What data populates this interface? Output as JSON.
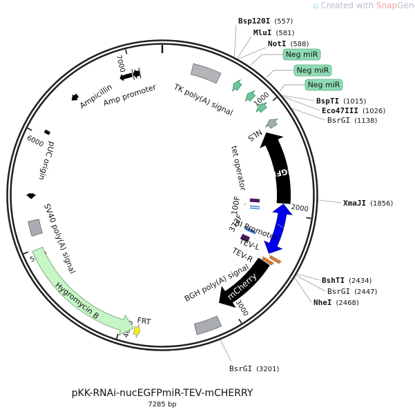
{
  "watermark": {
    "prefix": "Created with ",
    "brand_a": "Snap",
    "brand_b": "Gene",
    "mark": "®"
  },
  "plasmid": {
    "name": "pKK-RNAi-nucEGFPmiR-TEV-mCHERRY",
    "length_label": "7285 bp",
    "length_bp": 7285
  },
  "ticks": [
    {
      "bp": 1000,
      "label": "1000"
    },
    {
      "bp": 2000,
      "label": "2000"
    },
    {
      "bp": 3000,
      "label": "3000"
    },
    {
      "bp": 4000,
      "label": "4000"
    },
    {
      "bp": 5000,
      "label": "5000"
    },
    {
      "bp": 6000,
      "label": "6000"
    },
    {
      "bp": 7000,
      "label": "7000"
    }
  ],
  "sites": [
    {
      "name": "Bsp120I",
      "pos": "(557)",
      "bp": 557,
      "bold": true
    },
    {
      "name": "MluI",
      "pos": "(581)",
      "bp": 581,
      "bold": true
    },
    {
      "name": "NotI",
      "pos": "(588)",
      "bp": 588,
      "bold": true
    },
    {
      "name": "BspTI",
      "pos": "(1015)",
      "bp": 1015,
      "bold": true
    },
    {
      "name": "Eco47III",
      "pos": "(1026)",
      "bp": 1026,
      "bold": true
    },
    {
      "name": "BsrGI",
      "pos": "(1138)",
      "bp": 1138,
      "bold": false
    },
    {
      "name": "XmaJI",
      "pos": "(1856)",
      "bp": 1856,
      "bold": true
    },
    {
      "name": "BshTI",
      "pos": "(2434)",
      "bp": 2434,
      "bold": true
    },
    {
      "name": "BsrGI",
      "pos": "(2447)",
      "bp": 2447,
      "bold": false
    },
    {
      "name": "NheI",
      "pos": "(2468)",
      "bp": 2468,
      "bold": true
    },
    {
      "name": "BsrGI",
      "pos": "(3201)",
      "bp": 3201,
      "bold": false
    }
  ],
  "features": [
    {
      "name": "TK poly(A) signal",
      "type": "box",
      "start": 270,
      "end": 520,
      "color": "#b3b5b8"
    },
    {
      "name": "Neg miR",
      "type": "small",
      "start": 660,
      "end": 720,
      "color": "#6cc89a",
      "callout": true
    },
    {
      "name": "Neg miR",
      "type": "small",
      "start": 810,
      "end": 870,
      "color": "#6cc89a",
      "callout": true
    },
    {
      "name": "Neg miR",
      "type": "small",
      "start": 950,
      "end": 1010,
      "color": "#6cc89a",
      "callout": true
    },
    {
      "name": "NLS",
      "type": "small",
      "start": 1110,
      "end": 1180,
      "color": "#a8acb2"
    },
    {
      "name": "EGFP",
      "type": "arrow-ccw",
      "start": 1190,
      "end": 1900,
      "color": "#000000"
    },
    {
      "name": "BI Promoter",
      "type": "double",
      "start": 1905,
      "end": 2400,
      "color": "#0000ee"
    },
    {
      "name": "TEV-L",
      "type": "mark",
      "start": 2415,
      "end": 2435,
      "color": "#e07b2c"
    },
    {
      "name": "TEV-R",
      "type": "mark",
      "start": 2460,
      "end": 2480,
      "color": "#e07b2c"
    },
    {
      "name": "mCherry",
      "type": "arrow-cw",
      "start": 2490,
      "end": 3080,
      "color": "#000000"
    },
    {
      "name": "BGH poly(A) signal",
      "type": "box",
      "start": 3150,
      "end": 3360,
      "color": "#a9acb1"
    },
    {
      "name": "FRT",
      "type": "small",
      "start": 3830,
      "end": 3880,
      "color": "#f2ee1a"
    },
    {
      "name": "Hygromycin B",
      "type": "arrow-cw-light",
      "start": 3890,
      "end": 4990,
      "color": "#c6f5c6"
    },
    {
      "name": "SV40 poly(A) signal",
      "type": "box",
      "start": 5110,
      "end": 5240,
      "color": "#a9acb1"
    },
    {
      "name": "pUC origin",
      "type": "origin",
      "start": 5450,
      "end": 6050,
      "color": "#000000"
    },
    {
      "name": "Ampicillin",
      "type": "arrow-ccw-thin",
      "start": 6220,
      "end": 6870,
      "color": "#000000"
    },
    {
      "name": "Amp promoter",
      "type": "promoter",
      "start": 6960,
      "end": 7060,
      "color": "#000000"
    }
  ],
  "inner": [
    {
      "name": "tet operator",
      "color": "#4a1a5c"
    },
    {
      "name": "100F",
      "color": "#6a9be0"
    },
    {
      "name": "372F",
      "color": "#3c6fbf"
    }
  ]
}
